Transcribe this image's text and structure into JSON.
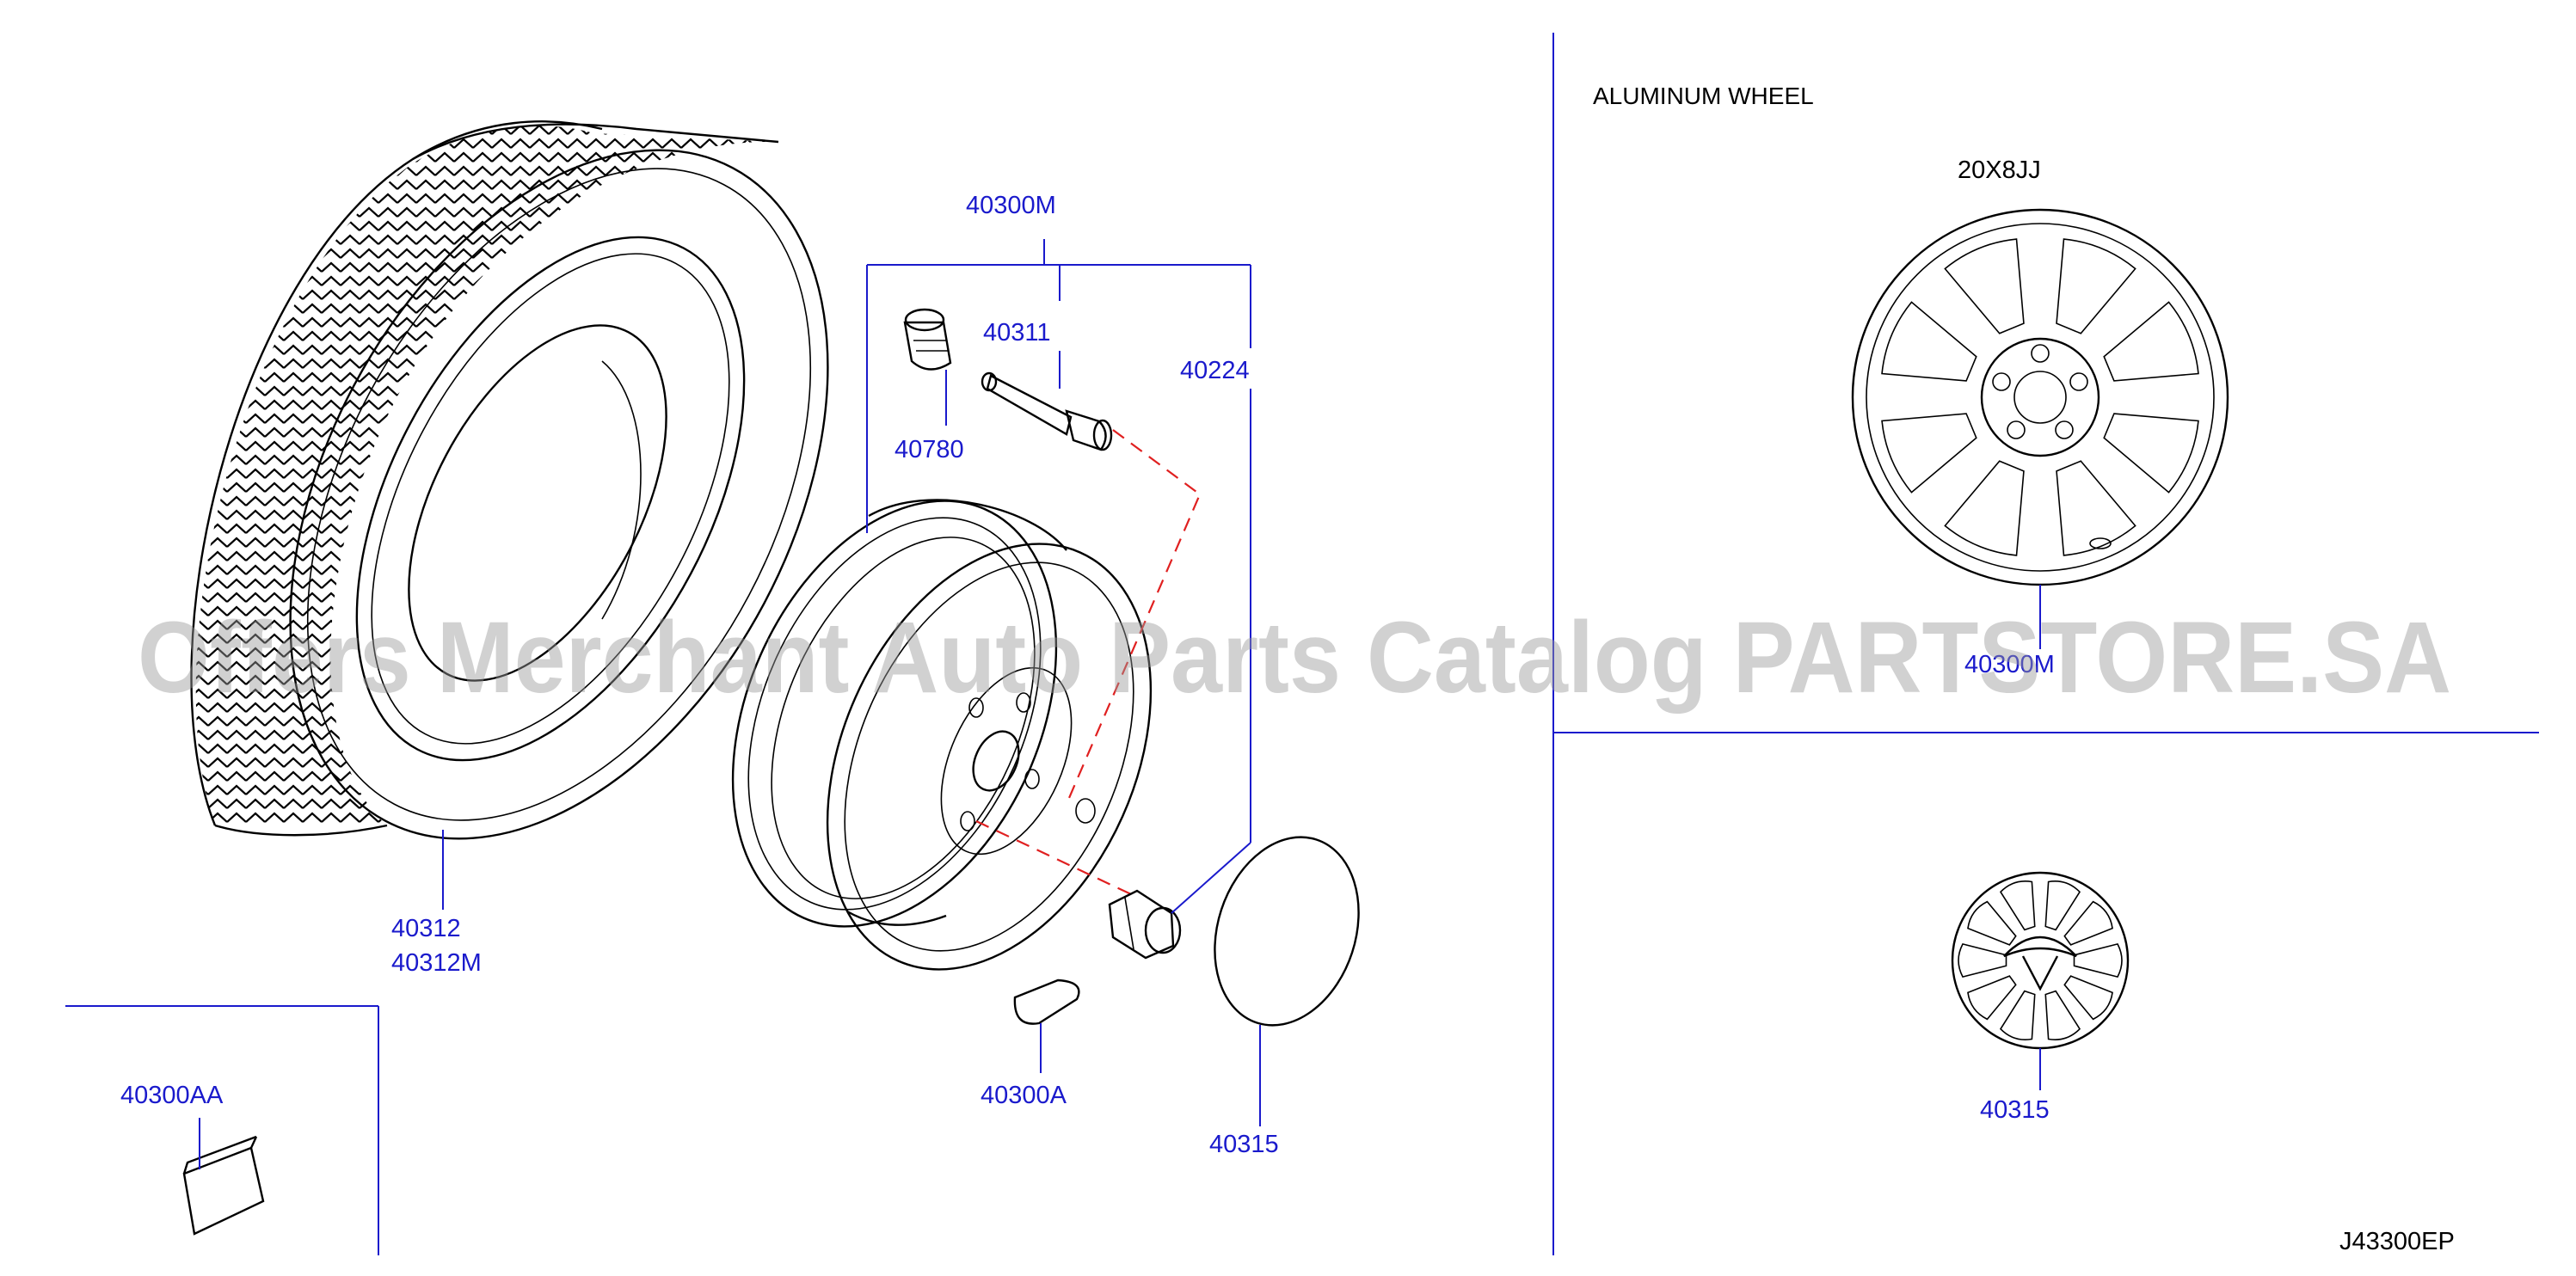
{
  "diagram": {
    "section_title": "ALUMINUM   WHEEL",
    "wheel_size": "20X8JJ",
    "drawing_code": "J43300EP",
    "watermark": "Offers Merchant Auto Parts Catalog PARTSTORE.SA"
  },
  "parts": {
    "assembly": "40300M",
    "valve": "40311",
    "valve_cap": "40780",
    "nut": "40224",
    "tire": "40312",
    "tire_alt": "40312M",
    "balance_weight": "40300A",
    "weight_alt": "40300AA",
    "disc_cap": "40315",
    "aluminum_wheel": "40300M",
    "aluminum_cap": "40315"
  }
}
